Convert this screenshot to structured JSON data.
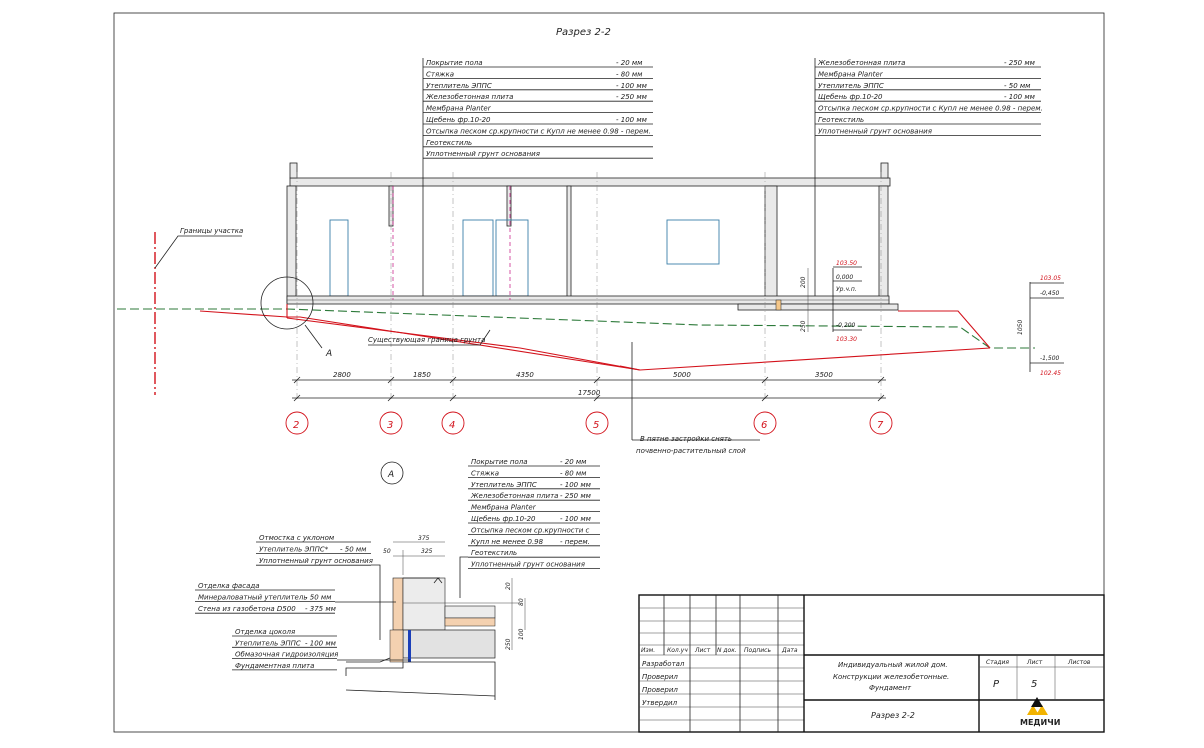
{
  "drawing": {
    "title": "Разрез 2-2",
    "callout_left": [
      {
        "text": "Покрытие пола",
        "value": "- 20 мм"
      },
      {
        "text": "Стяжка",
        "value": "- 80 мм"
      },
      {
        "text": "Утеплитель ЭППС",
        "value": "- 100 мм"
      },
      {
        "text": "Железобетонная плита",
        "value": "- 250 мм"
      },
      {
        "text": "Мембрана Planter",
        "value": ""
      },
      {
        "text": "Щебень фр.10-20",
        "value": "- 100 мм"
      },
      {
        "text": "Отсыпка песком ср.крупности с Купл не менее 0.98 - перем.",
        "value": ""
      },
      {
        "text": "Геотекстиль",
        "value": ""
      },
      {
        "text": "Уплотненный грунт основания",
        "value": ""
      }
    ],
    "callout_right": [
      {
        "text": "Железобетонная плита",
        "value": "- 250 мм"
      },
      {
        "text": "Мембрана Planter",
        "value": ""
      },
      {
        "text": "Утеплитель ЭППС",
        "value": "- 50 мм"
      },
      {
        "text": "Щебень фр.10-20",
        "value": "- 100 мм"
      },
      {
        "text": "Отсыпка песком ср.крупности с Купл не менее 0.98 - перем.",
        "value": ""
      },
      {
        "text": "Геотекстиль",
        "value": ""
      },
      {
        "text": "Уплотненный грунт основания",
        "value": ""
      }
    ],
    "site_boundary_label": "Границы участка",
    "ground_label": "Существующая граница грунта",
    "node_letter": "А",
    "topsoil_note_1": "В пятне застройки снять",
    "topsoil_note_2": "почвенно-растительный слой",
    "levels": {
      "abs_floor": "103.50",
      "rel_floor": "0,000",
      "floor_note": "Ур.ч.п.",
      "rel_minus_0200": "-0,200",
      "abs_bottom": "103.30",
      "abs_right_top": "103.05",
      "rel_right_top": "-0,450",
      "rel_right_bottom": "-1,500",
      "abs_right_bottom": "102.45",
      "dim_200": "200",
      "dim_250": "250",
      "dim_1050": "1050"
    },
    "spans": [
      "2800",
      "1850",
      "4350",
      "5000",
      "3500"
    ],
    "total_span": "17500",
    "axes": [
      "2",
      "3",
      "4",
      "5",
      "6",
      "7"
    ]
  },
  "detail": {
    "letter": "А",
    "callout_floor": [
      {
        "text": "Покрытие пола",
        "value": "- 20 мм"
      },
      {
        "text": "Стяжка",
        "value": "- 80 мм"
      },
      {
        "text": "Утеплитель ЭППС",
        "value": "- 100 мм"
      },
      {
        "text": "Железобетонная плита",
        "value": "- 250 мм"
      },
      {
        "text": "Мембрана Planter",
        "value": ""
      },
      {
        "text": "Щебень фр.10-20",
        "value": "- 100 мм"
      },
      {
        "text": "Отсыпка песком ср.крупности с",
        "value": ""
      },
      {
        "text": "Купл не менее 0.98",
        "value": "- перем."
      },
      {
        "text": "Геотекстиль",
        "value": ""
      },
      {
        "text": "Уплотненный грунт основания",
        "value": ""
      }
    ],
    "otmostka": [
      {
        "text": "Отмостка с уклоном",
        "value": ""
      },
      {
        "text": "Утеплитель ЭППС*",
        "value": "- 50 мм"
      },
      {
        "text": "Уплотненный грунт основания",
        "value": ""
      }
    ],
    "facade": [
      {
        "text": "Отделка фасада",
        "value": ""
      },
      {
        "text": "Минераловатный утеплитель",
        "value": "- 50 мм"
      },
      {
        "text": "Стена из газобетона D500",
        "value": "- 375 мм"
      }
    ],
    "tsokol": [
      {
        "text": "Отделка цоколя",
        "value": ""
      },
      {
        "text": "Утеплитель ЭППС",
        "value": "- 100 мм"
      },
      {
        "text": "Обмазочная гидроизоляция",
        "value": ""
      },
      {
        "text": "Фундаментная плита",
        "value": ""
      }
    ],
    "dims": {
      "d375": "375",
      "d50": "50",
      "d325": "325",
      "d20": "20",
      "d80": "80",
      "d100": "100",
      "d250": "250"
    }
  },
  "titleblock": {
    "headers": [
      "Изм.",
      "Кол.уч",
      "Лист",
      "N док.",
      "Подпись",
      "Дата"
    ],
    "roles": [
      "Разработал",
      "Проверил",
      "Проверил",
      "Утвердил"
    ],
    "project_line1": "Индивидуальный жилой дом.",
    "project_line2": "Конструкции железобетонные.",
    "project_line3": "Фундамент",
    "sheet_title": "Разрез 2-2",
    "col_stage": "Стадия",
    "col_sheet": "Лист",
    "col_sheets": "Листов",
    "stage": "Р",
    "sheet_no": "5",
    "logo_text": "МЕДИЧИ"
  },
  "colors": {
    "accent_red": "#d3121b",
    "ground_green": "#2d7a3a",
    "window_blue": "#3a7fa8",
    "logo_yellow": "#f2b300"
  }
}
